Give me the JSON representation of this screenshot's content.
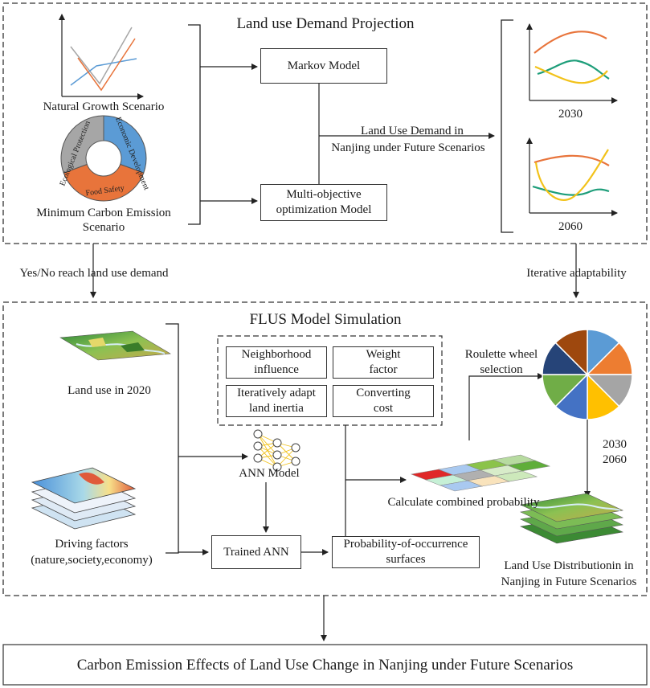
{
  "section_top": {
    "title": "Land use Demand Projection",
    "natural_growth": "Natural Growth Scenario",
    "min_carbon_line1": "Minimum Carbon Emission",
    "min_carbon_line2": "Scenario",
    "markov": "Markov Model",
    "multi_line1": "Multi-objective",
    "multi_line2": "optimization Model",
    "demand_line1": "Land Use Demand in",
    "demand_line2": "Nanjing under Future Scenarios",
    "year_a": "2030",
    "year_b": "2060",
    "ring_segments": [
      "Ecological Protection",
      "Economic Development",
      "Food Safety"
    ]
  },
  "connectors": {
    "left": "Yes/No reach land use demand",
    "right": "Iterative adaptability"
  },
  "section_flus": {
    "title": "FLUS Model Simulation",
    "land_use_2020": "Land use in 2020",
    "driving_line1": "Driving factors",
    "driving_line2": "(nature,society,economy)",
    "factors": [
      [
        "Neighborhood",
        "influence"
      ],
      [
        "Weight",
        "factor"
      ],
      [
        "Iteratively adapt",
        "land inertia"
      ],
      [
        "Converting",
        "cost"
      ]
    ],
    "ann_model": "ANN Model",
    "trained_ann": "Trained ANN",
    "prob_line1": "Probability-of-occurrence",
    "prob_line2": "surfaces",
    "calc_prob": "Calculate combined probability",
    "roulette_line1": "Roulette wheel",
    "roulette_line2": "selection",
    "years_line1": "2030",
    "years_line2": "2060",
    "distribution_line1": "Land Use Distributionin in",
    "distribution_line2": "Nanjing in Future Scenarios"
  },
  "final_box": "Carbon Emission Effects of Land Use Change in Nanjing under Future Scenarios",
  "colors": {
    "orange": "#e8743b",
    "green": "#1e9e7a",
    "yellow": "#f2c21a",
    "blue": "#5b9bd5",
    "gray": "#a6a6a6",
    "line": "#222222"
  }
}
